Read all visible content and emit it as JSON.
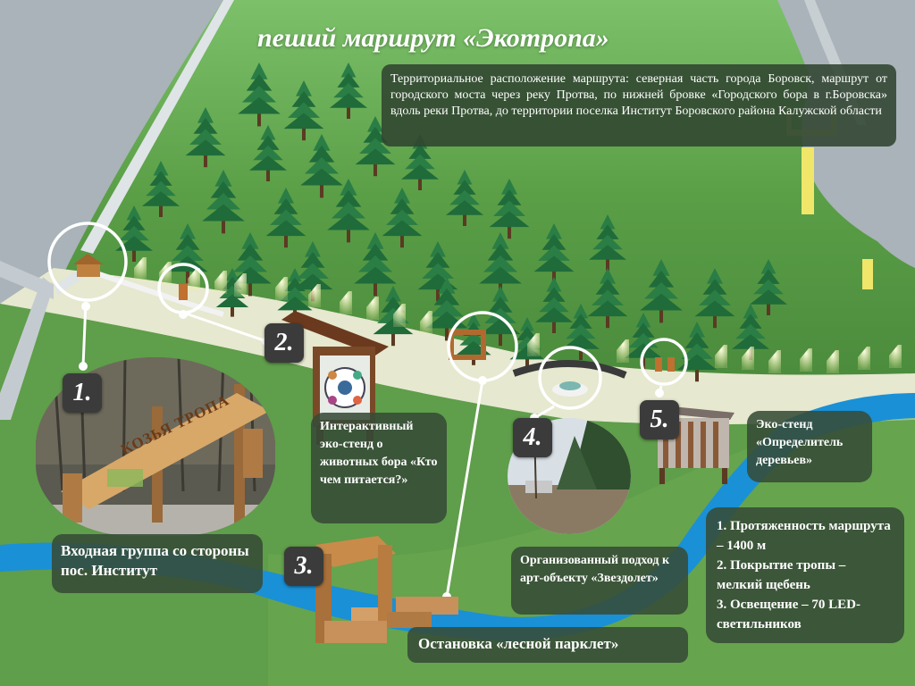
{
  "title": "пеший маршрут «Экотропа»",
  "description": "Территориальное расположение маршрута: северная часть города Боровск, маршрут от городского моста через реку Протва, по нижней бровке «Городского бора в г.Боровска» вдоль реки Протва, до территории поселка Институт Боровского района Калужской области",
  "points": [
    {
      "number": "1.",
      "label": "Входная группа со стороны пос. Институт",
      "sign_text": "КОЗЬЯ ТРОПА"
    },
    {
      "number": "2.",
      "label": "Интерактивный эко-стенд о животных бора «Кто чем питается?»"
    },
    {
      "number": "3.",
      "label": "Остановка «лесной парклет»"
    },
    {
      "number": "4.",
      "label": "Организованный подход к арт-объекту «Звездолет»"
    },
    {
      "number": "5.",
      "label": "Эко-стенд «Определитель деревьев»"
    }
  ],
  "stats": [
    "1. Протяженность маршрута – 1400 м",
    "2. Покрытие тропы – мелкий щебень",
    "3. Освещение – 70 LED-светильников"
  ],
  "colors": {
    "grass": "#5f9e4a",
    "path": "#e6e8cf",
    "river": "#1a90d6",
    "box": "#374b37",
    "road": "#a9b3b9"
  }
}
